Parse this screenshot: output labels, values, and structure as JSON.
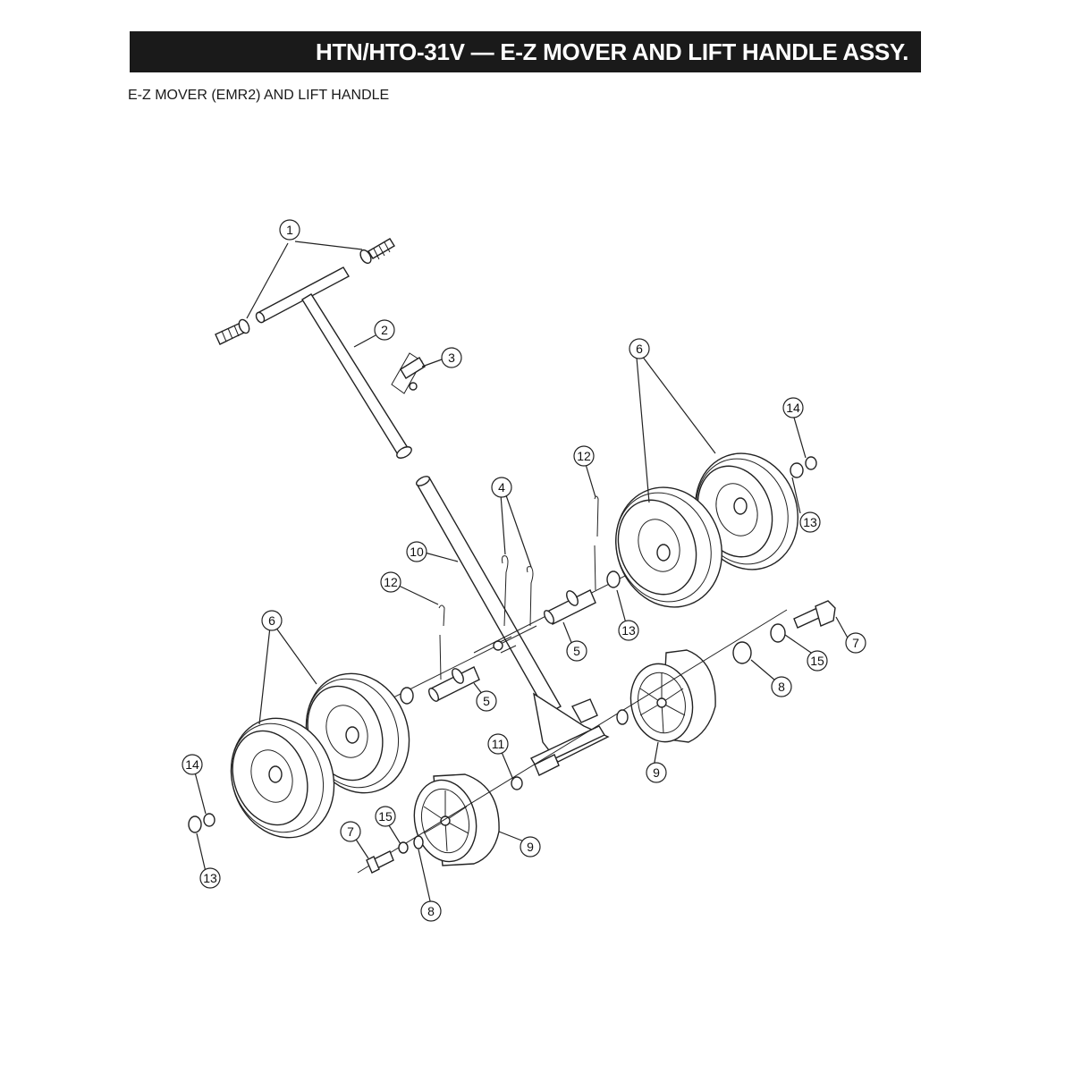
{
  "header": {
    "title": "HTN/HTO-31V — E-Z MOVER AND LIFT HANDLE ASSY.",
    "subtitle": "E-Z MOVER  (EMR2) AND LIFT HANDLE"
  },
  "callouts": [
    "1",
    "2",
    "3",
    "4",
    "5",
    "5",
    "6",
    "6",
    "7",
    "7",
    "8",
    "8",
    "9",
    "9",
    "10",
    "11",
    "12",
    "12",
    "13",
    "13",
    "13",
    "14",
    "14",
    "15",
    "15"
  ]
}
